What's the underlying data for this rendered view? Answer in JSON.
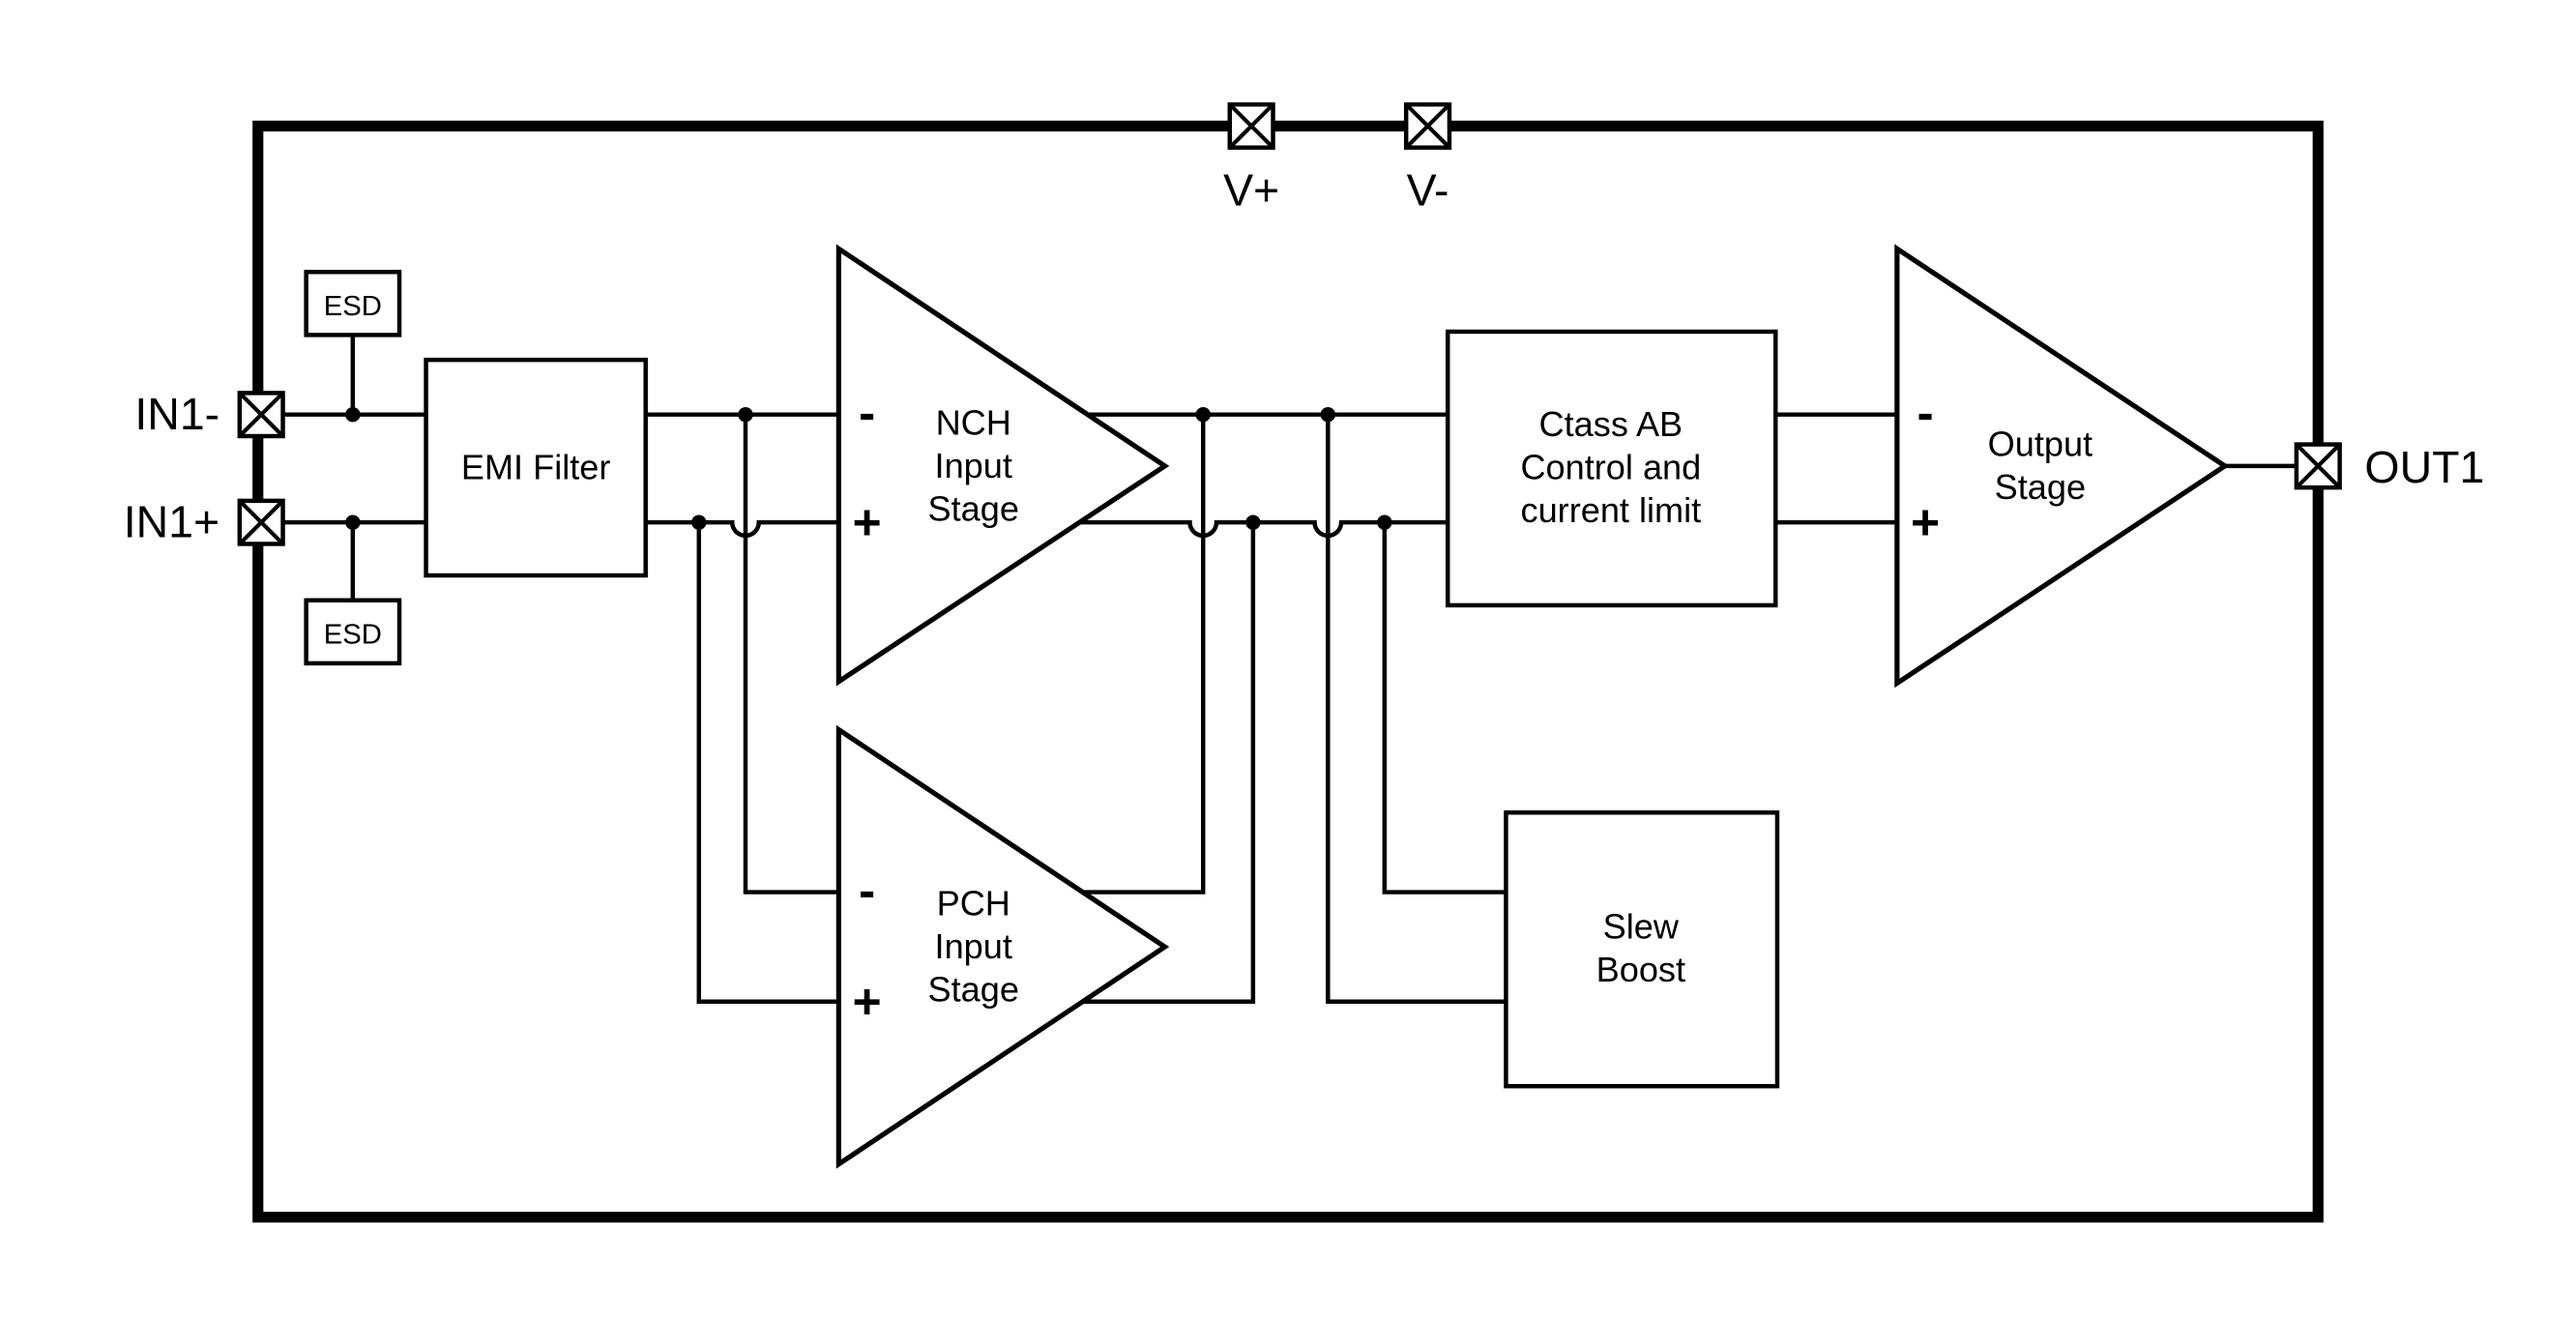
{
  "diagram": {
    "background": "#ffffff",
    "stroke_color": "#000000",
    "pins": {
      "v_plus": {
        "label": "V+"
      },
      "v_minus": {
        "label": "V-"
      },
      "in1_minus": {
        "label": "IN1-"
      },
      "in1_plus": {
        "label": "IN1+"
      },
      "out1": {
        "label": "OUT1"
      }
    },
    "blocks": {
      "esd_top": {
        "label": "ESD"
      },
      "esd_bottom": {
        "label": "ESD"
      },
      "emi_filter": {
        "label": "EMI Filter"
      },
      "nch_input_stage": {
        "line1": "NCH",
        "line2": "Input",
        "line3": "Stage",
        "minus": "-",
        "plus": "+"
      },
      "pch_input_stage": {
        "line1": "PCH",
        "line2": "Input",
        "line3": "Stage",
        "minus": "-",
        "plus": "+"
      },
      "class_ab_control": {
        "line1": "Ctass AB",
        "line2": "Control and",
        "line3": "current limit"
      },
      "slew_boost": {
        "line1": "Slew",
        "line2": "Boost"
      },
      "output_stage": {
        "line1": "Output",
        "line2": "Stage",
        "minus": "-",
        "plus": "+"
      }
    }
  }
}
